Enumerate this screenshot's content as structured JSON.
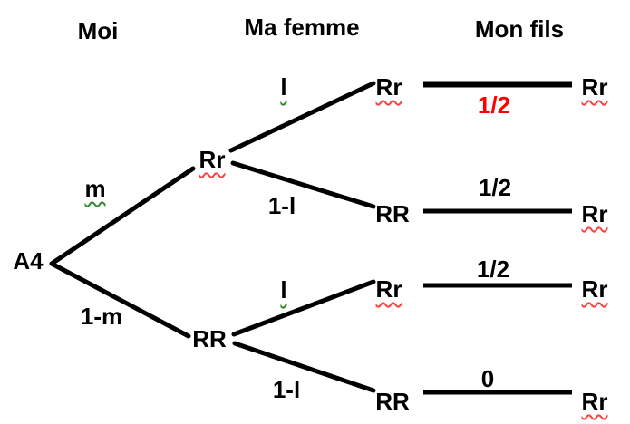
{
  "headers": {
    "moi": "Moi",
    "ma_femme": "Ma femme",
    "mon_fils": "Mon fils"
  },
  "tree": {
    "root": "A4",
    "branches": {
      "m": "m",
      "one_minus_m": "1-m",
      "l_top": "l",
      "one_minus_l_top": "1-l",
      "l_bottom": "l",
      "one_minus_l_bottom": "1-l"
    },
    "my_genotype": {
      "top": "Rr",
      "bottom": "RR"
    },
    "wife_genotype": {
      "row1": "Rr",
      "row2": "RR",
      "row3": "Rr",
      "row4": "RR"
    },
    "son_probability": {
      "row1": "1/2",
      "row2": "1/2",
      "row3": "1/2",
      "row4": "0"
    },
    "son_genotype": {
      "row1": "Rr",
      "row2": "Rr",
      "row3": "Rr",
      "row4": "Rr"
    }
  },
  "colors": {
    "highlight": "#FF0000",
    "line": "#000000",
    "spellcheck_red": "#FF4040",
    "spellcheck_green": "#2E8B2E"
  }
}
